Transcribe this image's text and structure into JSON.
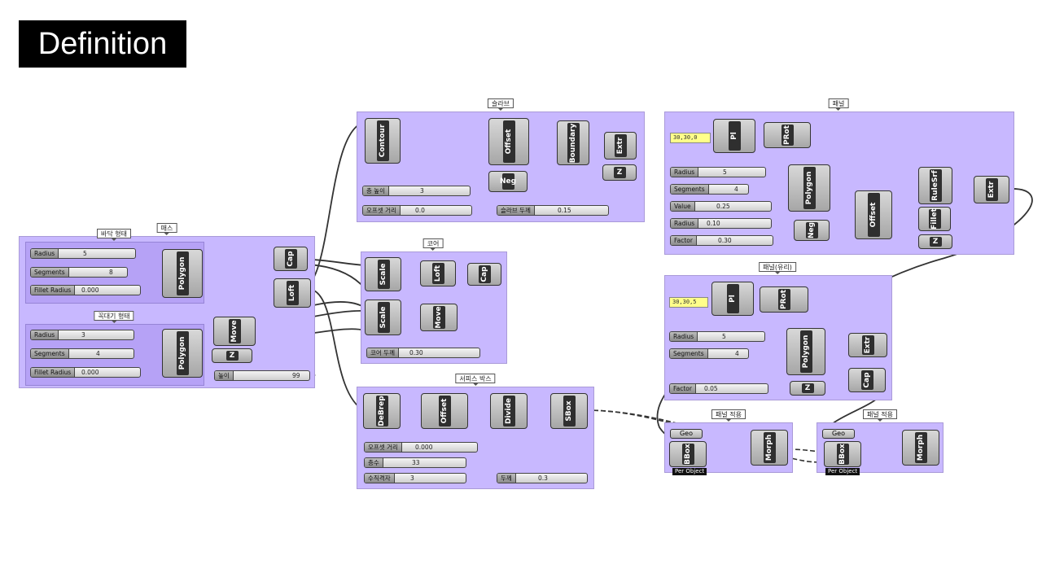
{
  "title": "Definition",
  "groups": {
    "slab": "슬라브",
    "panel": "패널",
    "mass": "매스",
    "base_shape": "바닥 형태",
    "top_shape": "꼭대기 형태",
    "core": "코어",
    "panel_glass": "패널(유리)",
    "service_box": "서피스 박스",
    "panel_apply_1": "패널 적용",
    "panel_apply_2": "패널 적용"
  },
  "components": {
    "contour": "Contour",
    "offset_slab": "Offset",
    "boundary": "Boundary",
    "extr_slab": "Extr",
    "z_slab": "Z",
    "neg_slab": "Neg",
    "pl_panel": "Pl",
    "prot_panel": "PRot",
    "polygon_panel": "Polygon",
    "offset_panel": "Offset",
    "neg_panel": "Neg",
    "rulesrf": "RuleSrf",
    "fillet": "Fillet",
    "z_panel": "Z",
    "extr_panel": "Extr",
    "polygon_base": "Polygon",
    "polygon_top": "Polygon",
    "cap_mass": "Cap",
    "loft_mass": "Loft",
    "move_mass": "Move",
    "z_mass": "Z",
    "scale_core1": "Scale",
    "scale_core2": "Scale",
    "loft_core": "Loft",
    "cap_core": "Cap",
    "move_core": "Move",
    "pl_glass": "Pl",
    "prot_glass": "PRot",
    "polygon_glass": "Polygon",
    "extr_glass": "Extr",
    "cap_glass": "Cap",
    "z_glass": "Z",
    "debrep": "DeBrep",
    "offset_box": "Offset",
    "divide": "Divide",
    "sbox": "SBox",
    "bbox1": "BBox",
    "morph1": "Morph",
    "bbox2": "BBox",
    "morph2": "Morph",
    "geo1": "Geo",
    "geo2": "Geo",
    "per_object": "Per Object"
  },
  "sliders": {
    "floor_height": {
      "label": "층 높이",
      "value": "3"
    },
    "offset_dist": {
      "label": "오프셋 거리",
      "value": "0.0"
    },
    "slab_thick": {
      "label": "슬라브 두께",
      "value": "0.15"
    },
    "radius_base": {
      "label": "Radius",
      "value": "5"
    },
    "segments_base": {
      "label": "Segments",
      "value": "8"
    },
    "fillet_base": {
      "label": "Fillet Radius",
      "value": "0.000"
    },
    "radius_top": {
      "label": "Radius",
      "value": "3"
    },
    "segments_top": {
      "label": "Segments",
      "value": "4"
    },
    "fillet_top": {
      "label": "Fillet Radius",
      "value": "0.000"
    },
    "height": {
      "label": "높이",
      "value": "99"
    },
    "core_thick": {
      "label": "코어 두께",
      "value": "0.30"
    },
    "radius_panel": {
      "label": "Radius",
      "value": "5"
    },
    "segments_panel": {
      "label": "Segments",
      "value": "4"
    },
    "value_panel": {
      "label": "Value",
      "value": "0.25"
    },
    "radius2_panel": {
      "label": "Radius",
      "value": "0.10"
    },
    "factor_panel": {
      "label": "Factor",
      "value": "0.30"
    },
    "radius_glass": {
      "label": "Radius",
      "value": "5"
    },
    "segments_glass": {
      "label": "Segments",
      "value": "4"
    },
    "factor_glass": {
      "label": "Factor",
      "value": "0.05"
    },
    "offset_box": {
      "label": "오프셋 거리",
      "value": "0.000"
    },
    "floors": {
      "label": "층수",
      "value": "33"
    },
    "vertical": {
      "label": "수직격자",
      "value": "3"
    },
    "thickness": {
      "label": "두께",
      "value": "0.3"
    }
  },
  "panels": {
    "point_panel": "30,30,0",
    "point_glass": "30,30,5"
  }
}
